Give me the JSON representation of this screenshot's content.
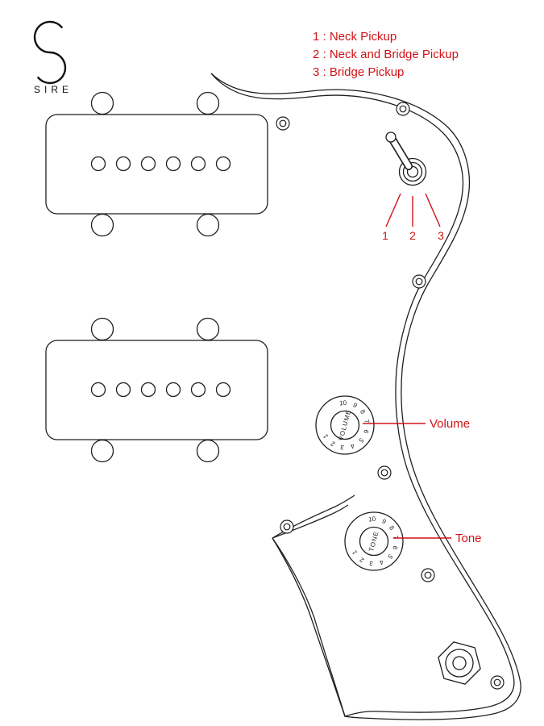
{
  "logo": {
    "text": "SIRE"
  },
  "legend": {
    "items": [
      "1 : Neck Pickup",
      "2 : Neck and Bridge Pickup",
      "3 : Bridge Pickup"
    ]
  },
  "switch": {
    "positions": [
      "1",
      "2",
      "3"
    ]
  },
  "knobs": {
    "ticks": [
      "1",
      "2",
      "3",
      "4",
      "5",
      "6",
      "7",
      "8",
      "9",
      "10"
    ],
    "volume": {
      "dial_label": "VOLUME",
      "callout": "Volume"
    },
    "tone": {
      "dial_label": "TONE",
      "callout": "Tone"
    }
  },
  "colors": {
    "annotation_red": "#d01317",
    "line": "#1f1f1f",
    "background": "#ffffff"
  }
}
